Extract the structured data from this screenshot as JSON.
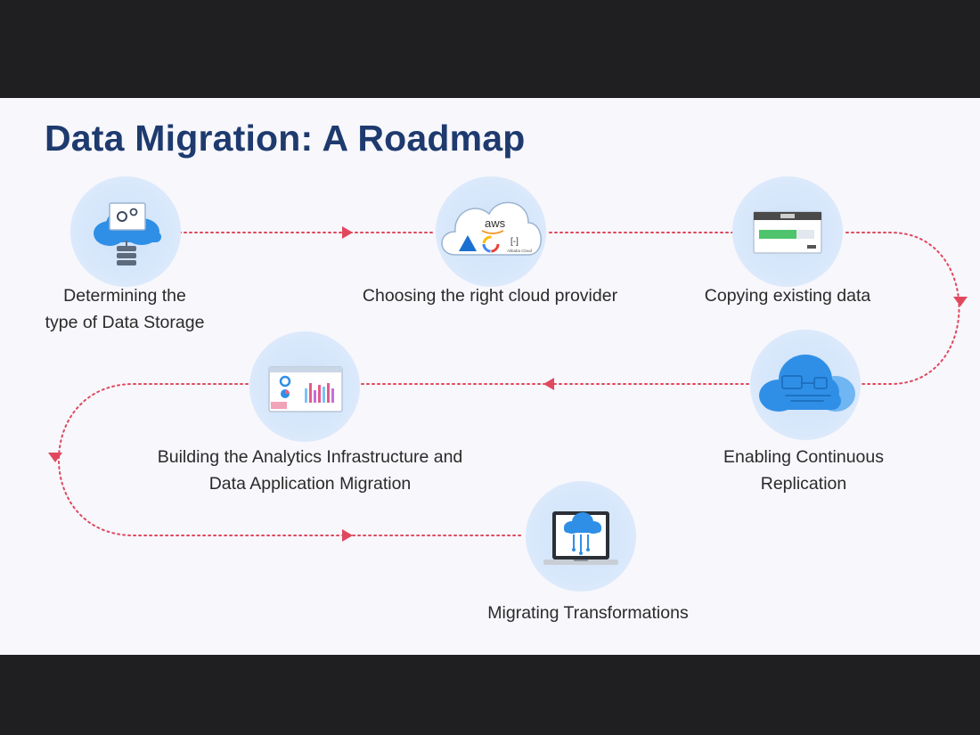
{
  "slide": {
    "title": "Data Migration: A Roadmap"
  },
  "steps": [
    {
      "label_lines": [
        "Determining the",
        "type of Data Storage"
      ],
      "icon": "data-storage-icon"
    },
    {
      "label_lines": [
        "Choosing the right cloud provider"
      ],
      "icon": "cloud-providers-icon",
      "provider_labels": [
        "aws",
        "Alibaba Cloud"
      ]
    },
    {
      "label_lines": [
        "Copying existing data"
      ],
      "icon": "copy-progress-icon"
    },
    {
      "label_lines": [
        "Enabling Continuous",
        "Replication"
      ],
      "icon": "replication-cloud-icon"
    },
    {
      "label_lines": [
        "Building the Analytics Infrastructure and",
        "Data Application Migration"
      ],
      "icon": "analytics-dashboard-icon"
    },
    {
      "label_lines": [
        "Migrating Transformations"
      ],
      "icon": "laptop-cloud-icon"
    }
  ],
  "colors": {
    "title": "#1e3a6e",
    "connector": "#e0485e",
    "node_bg": "#d6e6fb",
    "icon_blue": "#2f8fe6",
    "letterbox": "#1f1f21",
    "slide_bg": "#f7f7fc"
  }
}
